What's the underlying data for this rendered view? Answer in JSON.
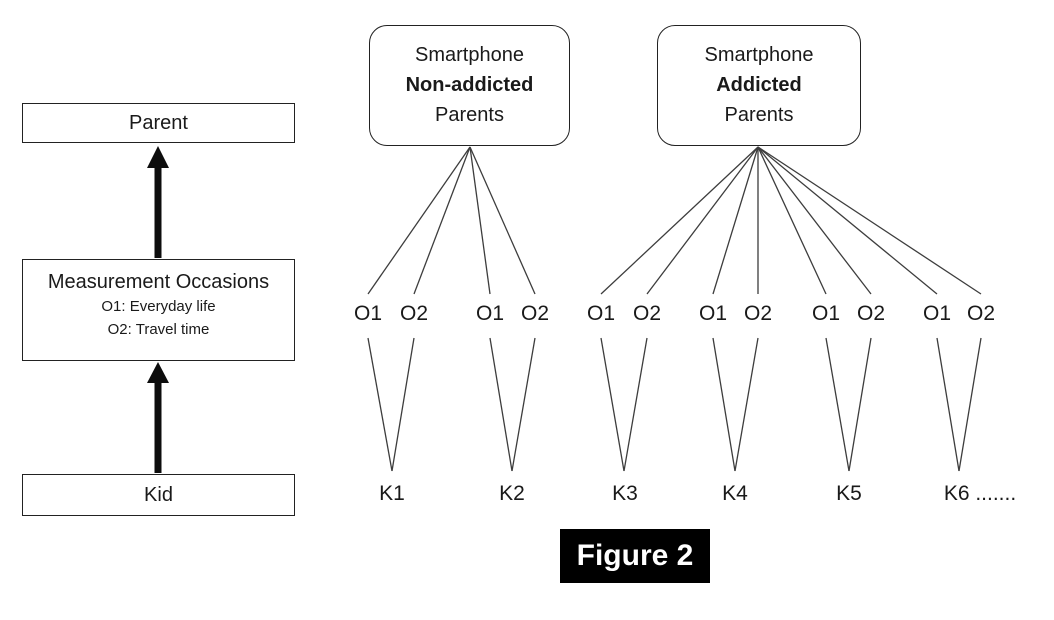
{
  "figure": {
    "caption": "Figure 2"
  },
  "left_panel": {
    "parent_label": "Parent",
    "measurement": {
      "title": "Measurement Occasions",
      "occasion1": "O1: Everyday life",
      "occasion2": "O2: Travel time"
    },
    "kid_label": "Kid"
  },
  "groups": [
    {
      "line1": "Smartphone",
      "line2": "Non-addicted",
      "line3": "Parents"
    },
    {
      "line1": "Smartphone",
      "line2": "Addicted",
      "line3": "Parents"
    }
  ],
  "occasion_labels": [
    "O1",
    "O2",
    "O1",
    "O2",
    "O1",
    "O2",
    "O1",
    "O2",
    "O1",
    "O2",
    "O1",
    "O2"
  ],
  "kid_labels": [
    "K1",
    "K2",
    "K3",
    "K4",
    "K5",
    "K6 ......."
  ],
  "colors": {
    "line": "#3d3d3d",
    "border": "#222222",
    "arrow": "#0d0d0d",
    "caption_bg": "#000000",
    "caption_text": "#ffffff"
  }
}
